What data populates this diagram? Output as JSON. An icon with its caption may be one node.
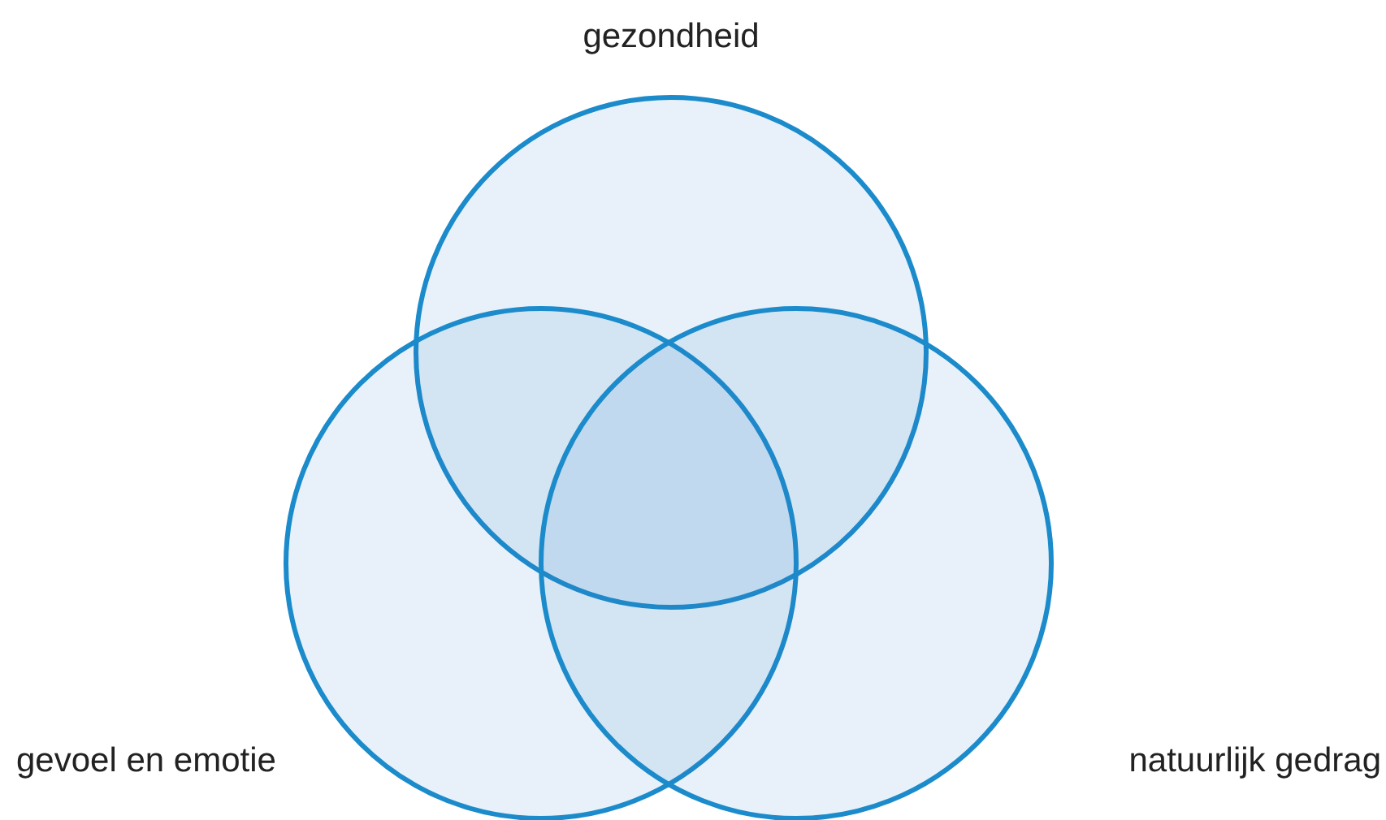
{
  "diagram": {
    "nodes": [
      {
        "text": [
          "gezondheid"
        ]
      },
      {
        "text": [
          "gevoel en emotie"
        ]
      },
      {
        "text": [
          "natuurlijk gedrag"
        ]
      }
    ]
  }
}
